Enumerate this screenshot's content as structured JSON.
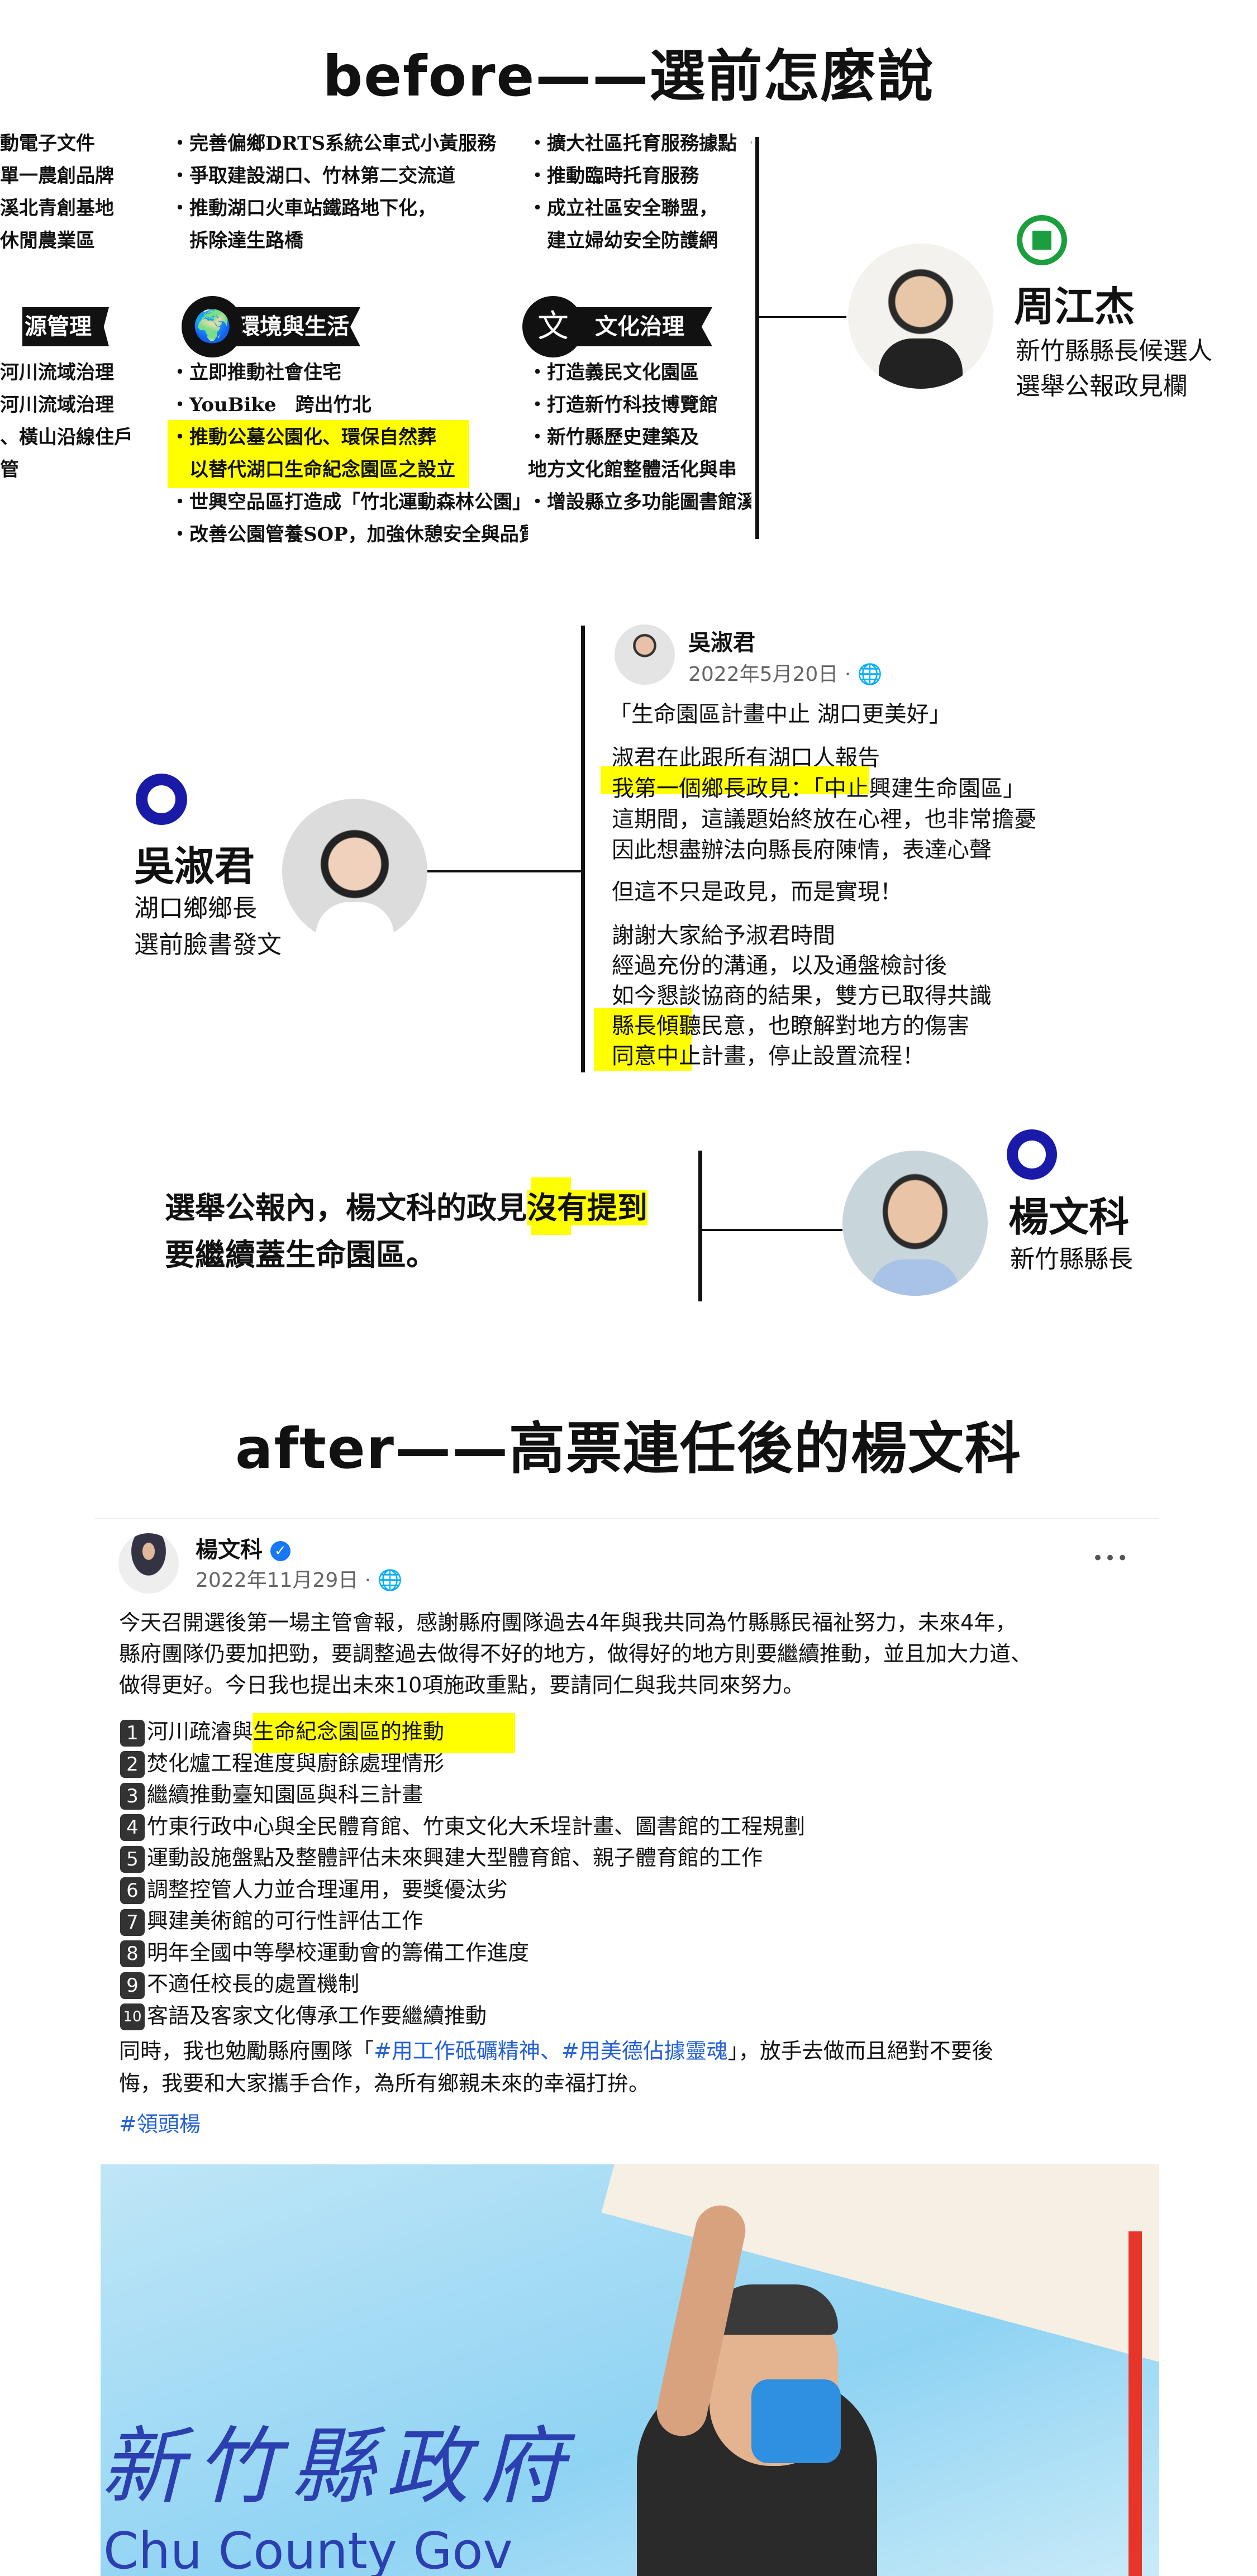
{
  "before_title": "before——選前怎麼說",
  "after_title": "after——高票連任後的楊文科",
  "manifesto": {
    "col1_top": [
      "動電子文件",
      "單一農創品牌",
      "溪北青創基地",
      "休閒農業區"
    ],
    "col2_top": [
      "・完善偏鄉DRTS系統公車式小黃服務",
      "・爭取建設湖口、竹林第二交流道",
      "・推動湖口火車站鐵路地下化，",
      "　拆除達生路橋"
    ],
    "col3_top": [
      "・擴大社區托育服務據點 ・",
      "・推動臨時托育服務",
      "・成立社區安全聯盟，",
      "　建立婦幼安全防護網"
    ],
    "banners": [
      "源管理",
      "環境與生活",
      "文化治理"
    ],
    "col1_bottom": [
      "河川流域治理",
      "河川流域治理",
      "、橫山沿線住戶",
      "管"
    ],
    "col2_bottom": [
      "・立即推動社會住宅",
      "・YouBike　跨出竹北",
      "・推動公墓公園化、環保自然葬",
      "　以替代湖口生命紀念園區之設立",
      "・世興空品區打造成「竹北運動森林公園」",
      "・改善公園管養SOP，加強休憩安全與品質"
    ],
    "col3_bottom": [
      "・打造義民文化園區",
      "・打造新竹科技博覽館",
      "・新竹縣歷史建築及",
      "地方文化館整體活化與串",
      "・增設縣立多功能圖書館溪"
    ]
  },
  "chou": {
    "name": "周江杰",
    "line1": "新竹縣縣長候選人",
    "line2": "選舉公報政見欄",
    "party_color": "#1b9e3e"
  },
  "wu": {
    "name": "吳淑君",
    "line1": "湖口鄉鄉長",
    "line2": "選前臉書發文",
    "party_color": "#1a1aa8"
  },
  "wu_post": {
    "author": "吳淑君",
    "date": "2022年5月20日 ·",
    "lines": [
      "「生命園區計畫中止 湖口更美好」",
      "淑君在此跟所有湖口人報告",
      "我第一個鄉長政見：「中止興建生命園區」",
      "這期間，這議題始終放在心裡，也非常擔憂",
      "因此想盡辦法向縣長府陳情，表達心聲",
      "但這不只是政見，而是實現！",
      "謝謝大家給予淑君時間",
      "經過充份的溝通，以及通盤檢討後",
      "如今懇談協商的結果，雙方已取得共識"
    ],
    "hl1": "縣長傾聽民意",
    "rest1": "，也瞭解對地方的傷害",
    "hl2": "同意中止計畫",
    "rest2": "，停止設置流程！"
  },
  "yang": {
    "name": "楊文科",
    "line1": "新竹縣縣長",
    "text_a": "選舉公報內，楊文科的政見",
    "text_hl": "沒有提到",
    "text_b": "要繼續蓋生命園區。"
  },
  "yang_post": {
    "author": "楊文科",
    "date": "2022年11月29日 ·",
    "more": "•••",
    "intro": [
      "今天召開選後第一場主管會報，感謝縣府團隊過去4年與我共同為竹縣縣民福祉努力，未來4年，",
      "縣府團隊仍要加把勁，要調整過去做得不好的地方，做得好的地方則要繼續推動，並且加大力道、",
      "做得更好。今日我也提出未來10項施政重點，要請同仁與我共同來努力。"
    ],
    "item1_a": "河川疏濬與",
    "item1_hl": "生命紀念園區的推動",
    "items": [
      "焚化爐工程進度與廚餘處理情形",
      "繼續推動臺知園區與科三計畫",
      "竹東行政中心與全民體育館、竹東文化大禾埕計畫、圖書館的工程規劃",
      "運動設施盤點及整體評估未來興建大型體育館、親子體育館的工作",
      "調整控管人力並合理運用，要獎優汰劣",
      "興建美術館的可行性評估工作",
      "明年全國中等學校運動會的籌備工作進度",
      "不適任校長的處置機制",
      "客語及客家文化傳承工作要繼續推動"
    ],
    "nums": [
      "1",
      "2",
      "3",
      "4",
      "5",
      "6",
      "7",
      "8",
      "9",
      "10"
    ],
    "outro_a": "同時，我也勉勵縣府團隊「",
    "tag1": "#用工作砥礪精神",
    "sep": "、",
    "tag2": "#用美德佔據靈魂",
    "outro_b": "」，放手去做而且絕對不要後",
    "outro2": "悔，我要和大家攜手合作，為所有鄉親未來的幸福打拚。",
    "hashtag": "#領頭楊",
    "photo_text": "新竹縣政府",
    "photo_text_en": "Chu County Gov"
  },
  "colors": {
    "highlight": "#ffff00",
    "link": "#2460d8"
  }
}
